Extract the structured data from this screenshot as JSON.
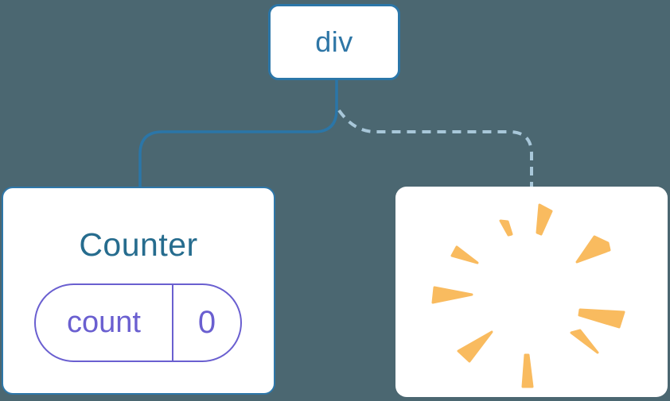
{
  "diagram": {
    "title_hint": "component tree with removed child (poof)",
    "background_color": "#4B6771",
    "root_node": {
      "label": "div"
    },
    "counter_node": {
      "title": "Counter",
      "state_pill": {
        "key": "count",
        "value": "0"
      }
    },
    "removed_node": {
      "illustration": "poof-burst",
      "burst_color": "#F9BB5F"
    },
    "edges": [
      {
        "from": "div",
        "to": "Counter",
        "style": "solid",
        "color": "#2B76A8"
      },
      {
        "from": "div",
        "to": "removed",
        "style": "dashed",
        "color": "#A8C7D9"
      }
    ],
    "colors": {
      "node_border_blue": "#2B76A8",
      "root_label_blue": "#2E76A6",
      "counter_title_blue": "#266C8E",
      "state_purple": "#6A5FD0",
      "dashed_edge_blue": "#A8C7D9",
      "burst_orange": "#F9BB5F",
      "card_background": "#FFFFFF"
    }
  }
}
